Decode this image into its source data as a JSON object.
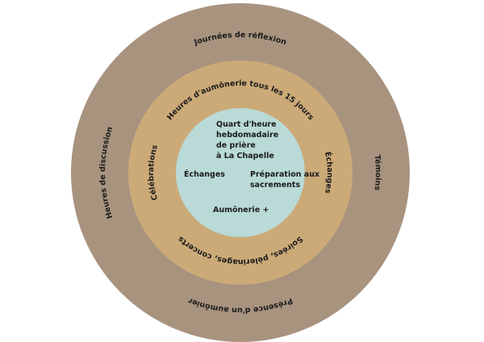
{
  "colors": {
    "outer_ring": "#a8937f",
    "middle_ring": "#ccaa78",
    "inner_core": "#b9dad7",
    "text": "#1b1b1b"
  },
  "outer_ring": {
    "top": "Journées de réflexion",
    "left": "Heures de discussion",
    "right": "Témoins",
    "bottom": "Présence d'un aumônier"
  },
  "middle_ring": {
    "top": "Heures d'aumônerie tous les 15 jours",
    "left": "Célébrations",
    "right": "Échanges",
    "bottom": "Soirées, pèlerinages, concerts"
  },
  "core": {
    "title_lines": [
      "Quart d'heure",
      "hebdomadaire",
      "de prière",
      "à La Chapelle"
    ],
    "left": "Échanges",
    "right_lines": [
      "Préparation aux",
      "sacrements"
    ],
    "bottom": "Aumônerie +"
  }
}
